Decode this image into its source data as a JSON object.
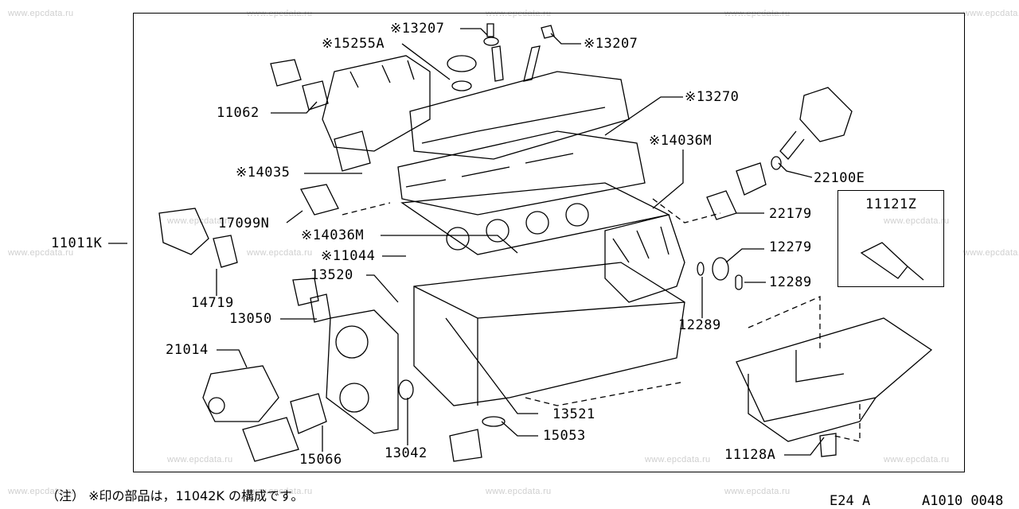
{
  "watermark": "www.epcdata.ru",
  "parts": {
    "p13207_top": "※13207",
    "p13207_right": "※13207",
    "p15255a": "※15255A",
    "p11062": "11062",
    "p13270": "※13270",
    "p14036m_top": "※14036M",
    "p14035": "※14035",
    "p22100e": "22100E",
    "p17099n": "17099N",
    "p22179": "22179",
    "p11011k": "11011K",
    "p14036m_mid": "※14036M",
    "p12279": "12279",
    "p11044": "※11044",
    "p12289_right": "12289",
    "p13520": "13520",
    "p14719": "14719",
    "p12289_low": "12289",
    "p13050": "13050",
    "p21014": "21014",
    "p13521": "13521",
    "p15053": "15053",
    "p13042": "13042",
    "p15066": "15066",
    "p11128a": "11128A"
  },
  "kit_box": {
    "label": "11121Z"
  },
  "footer": {
    "note": "（注） ※印の部品は，11042K の構成です。",
    "section": "E24 A",
    "ref": "A1010 0048"
  }
}
